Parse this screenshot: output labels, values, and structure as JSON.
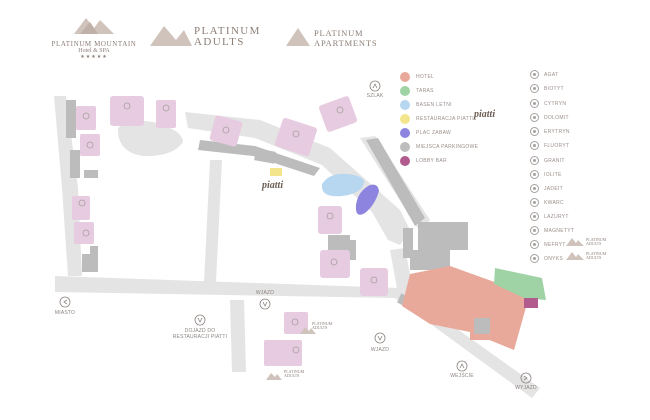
{
  "header": {
    "platinum_mountain": {
      "line1": "PLATINUM MOUNTAIN",
      "line2": "Hotel & SPA",
      "stars": "★★★★★"
    },
    "platinum_adults": {
      "line1": "PLATINUM",
      "line2": "ADULTS"
    },
    "platinum_apartments": {
      "line1": "PLATINUM",
      "line2": "APARTMENTS"
    }
  },
  "legend": {
    "categories": [
      {
        "label": "HOTEL",
        "color": "#e8a99a"
      },
      {
        "label": "TARAS",
        "color": "#9fd3a6"
      },
      {
        "label": "BASEN LETNI",
        "color": "#b7d6f0"
      },
      {
        "label": "RESTAURACJA PIATTI",
        "color": "#f3e58c"
      },
      {
        "label": "PLAC ZABAW",
        "color": "#8d84e0"
      },
      {
        "label": "MIEJSCA PARKINGOWE",
        "color": "#bdbdbd"
      },
      {
        "label": "LOBBY BAR",
        "color": "#b25b8e"
      }
    ],
    "piatti_brand": "piatti",
    "buildings": [
      "AGAT",
      "BIOTYT",
      "CYTRYN",
      "DOLOMIT",
      "ERYTRYN",
      "FLUORYT",
      "GRANIT",
      "IOLITE",
      "JADEIT",
      "KWARC",
      "LAZURYT",
      "MAGNETYT",
      "NEFRYT",
      "ONYKS"
    ],
    "adults_tag_1": "PLATINUM ADULTS",
    "adults_tag_2": "PLATINUM ADULTS"
  },
  "map_labels": {
    "szlak": "SZLAK",
    "miasto": "MIASTO",
    "wjazd_top": "WJAZD",
    "dojazd_line1": "DOJAZD DO",
    "dojazd_line2": "RESTAURACJI PIATTI",
    "wjazd_bottom": "WJAZD",
    "wejscie": "WEJŚCIE",
    "wyjazd": "WYJAZD",
    "piatti_on_map": "piatti",
    "adults_a_line1": "PLATINUM",
    "adults_a_line2": "ADULTS",
    "adults_b_line1": "PLATINUM",
    "adults_b_line2": "ADULTS"
  },
  "colors": {
    "apartment": "#e7cbe0",
    "road": "#e4e4e4",
    "parking": "#bcbcbc",
    "hotel": "#e8a99a",
    "terrace": "#9fd3a6",
    "pool": "#b7d6f0",
    "playground": "#8d84e0",
    "restaurant": "#f3e58c",
    "lobby_bar": "#b25b8e",
    "text": "#8c7e76"
  }
}
